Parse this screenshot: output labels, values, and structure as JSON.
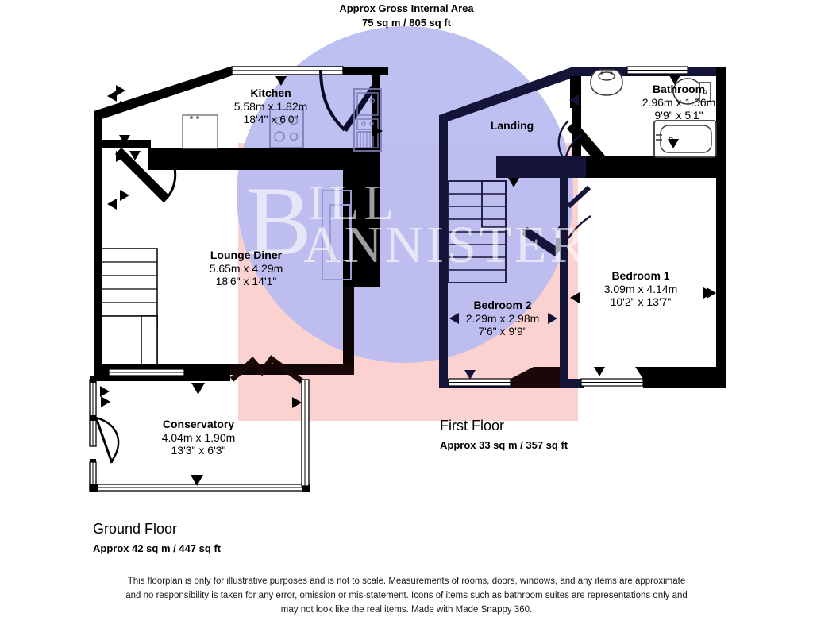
{
  "header": {
    "line1": "Approx Gross Internal Area",
    "line2": "75 sq m / 805 sq ft"
  },
  "watermark": {
    "text_top": "BILL",
    "text_bottom": "BANNISTER",
    "circle_color": "#b9bdf0",
    "rect_color": "#fbd0ce"
  },
  "floors": [
    {
      "name": "ground",
      "title": "Ground Floor",
      "area": "Approx 42 sq m / 447 sq ft",
      "rooms": [
        {
          "name": "Kitchen",
          "dim_m": "5.58m x 1.82m",
          "dim_ft": "18'4\" x 6'0\""
        },
        {
          "name": "Lounge Diner",
          "dim_m": "5.65m x 4.29m",
          "dim_ft": "18'6\" x 14'1\""
        },
        {
          "name": "Conservatory",
          "dim_m": "4.04m x 1.90m",
          "dim_ft": "13'3\" x 6'3\""
        }
      ]
    },
    {
      "name": "first",
      "title": "First Floor",
      "area": "Approx 33 sq m / 357 sq ft",
      "rooms": [
        {
          "name": "Landing",
          "dim_m": "",
          "dim_ft": ""
        },
        {
          "name": "Bathroom",
          "dim_m": "2.96m x 1.56m",
          "dim_ft": "9'9\" x 5'1\""
        },
        {
          "name": "Bedroom 1",
          "dim_m": "3.09m x 4.14m",
          "dim_ft": "10'2\" x 13'7\""
        },
        {
          "name": "Bedroom 2",
          "dim_m": "2.29m x 2.98m",
          "dim_ft": "7'6\" x 9'9\""
        }
      ]
    }
  ],
  "disclaimer": {
    "line1": "This floorplan is only for illustrative purposes and is not to scale. Measurements of rooms, doors, windows, and any items are approximate",
    "line2": "and no responsibility is taken for any error, omission or mis-statement. Icons of items such as bathroom suites are representations only and",
    "line3": "may not look like the real items. Made with Made Snappy 360."
  },
  "colors": {
    "wall": "#000000",
    "wall_first_floor": "#141438",
    "overlay_blue": "#b9bdf0",
    "overlay_pink": "#fbd0ce",
    "fixture_stroke": "#777777"
  }
}
